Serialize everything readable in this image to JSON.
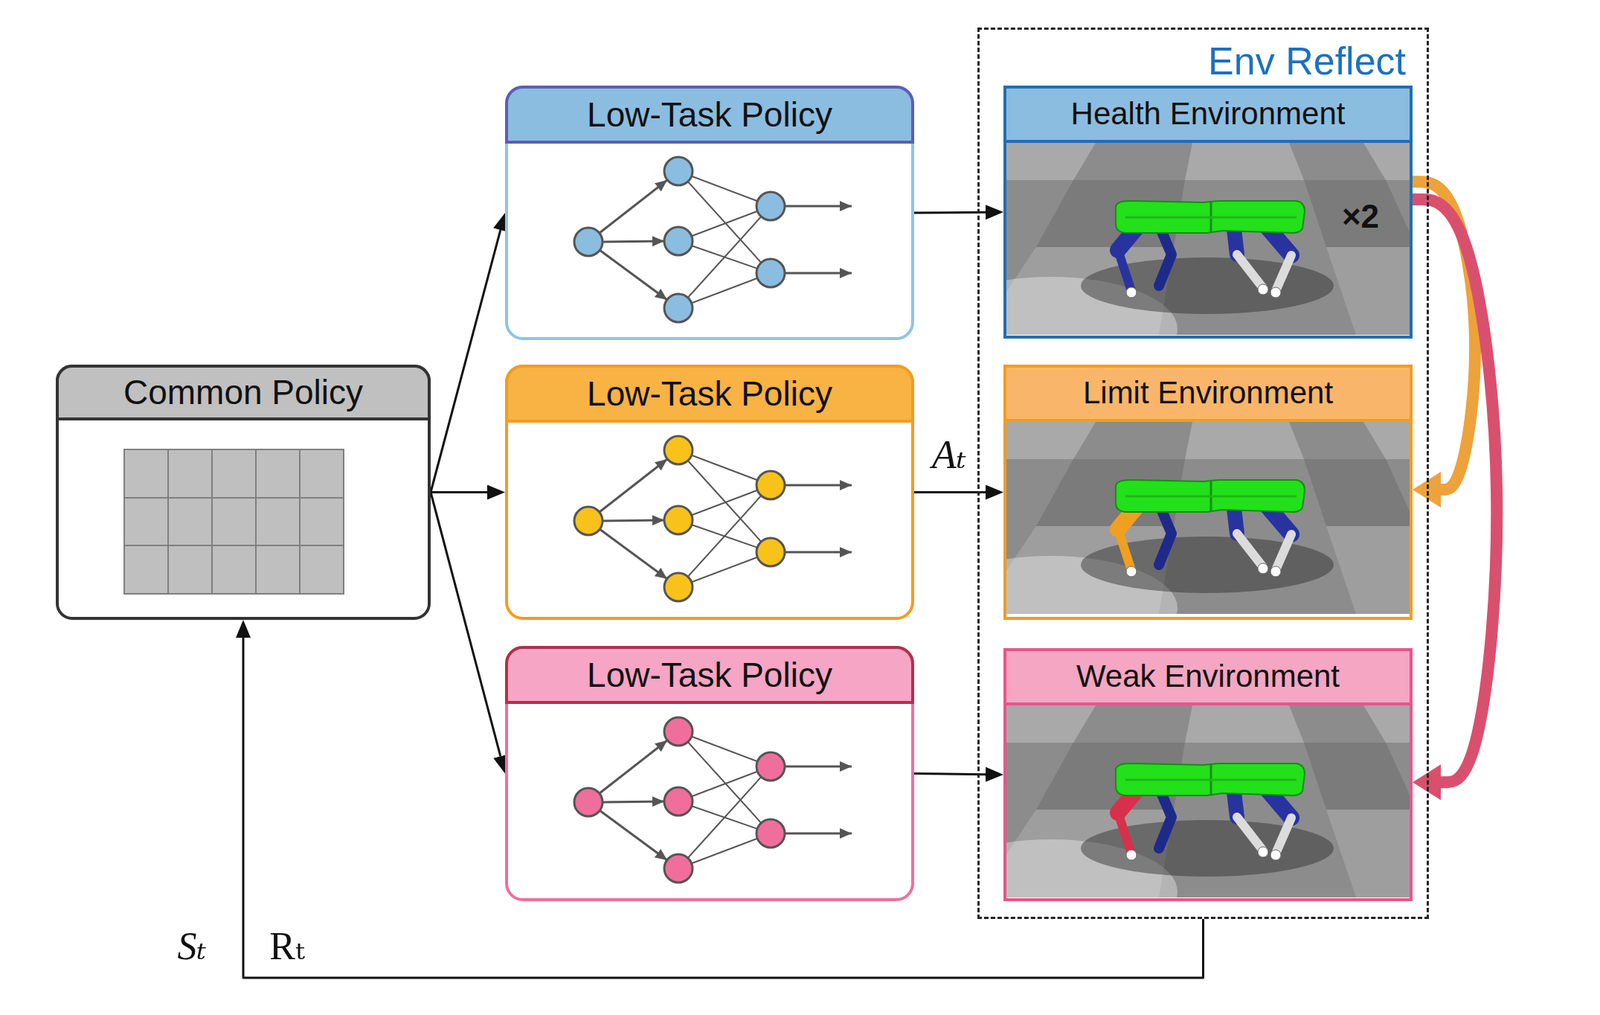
{
  "diagram": {
    "nodes": [
      {
        "text": [
          "Common Policy"
        ]
      },
      {
        "text": [
          "Low-Task Policy"
        ]
      },
      {
        "text": [
          "Low-Task Policy"
        ]
      },
      {
        "text": [
          "Low-Task Policy"
        ]
      },
      {
        "text": [
          "Env Reflect"
        ]
      },
      {
        "text": [
          "Health Environment"
        ],
        "in": 4
      },
      {
        "text": [
          "Limit Environment"
        ],
        "in": 4
      },
      {
        "text": [
          "Weak Environment"
        ],
        "in": 4
      }
    ],
    "edges": [
      {
        "from": 0,
        "to": 1,
        "arrow": "to"
      },
      {
        "from": 0,
        "to": 2,
        "arrow": "to"
      },
      {
        "from": 0,
        "to": 3,
        "arrow": "to"
      },
      {
        "from": 1,
        "to": 5,
        "arrow": "to"
      },
      {
        "from": 2,
        "to": 6,
        "arrow": "to",
        "label": "Aₜ"
      },
      {
        "from": 3,
        "to": 7,
        "arrow": "to"
      },
      {
        "from": 5,
        "to": 6,
        "arrow": "to"
      },
      {
        "from": 5,
        "to": 7,
        "arrow": "to"
      },
      {
        "from": 4,
        "to": 0,
        "arrow": "to",
        "label": "Sₜ"
      }
    ],
    "labels": [
      "×2",
      "Rₜ"
    ]
  }
}
